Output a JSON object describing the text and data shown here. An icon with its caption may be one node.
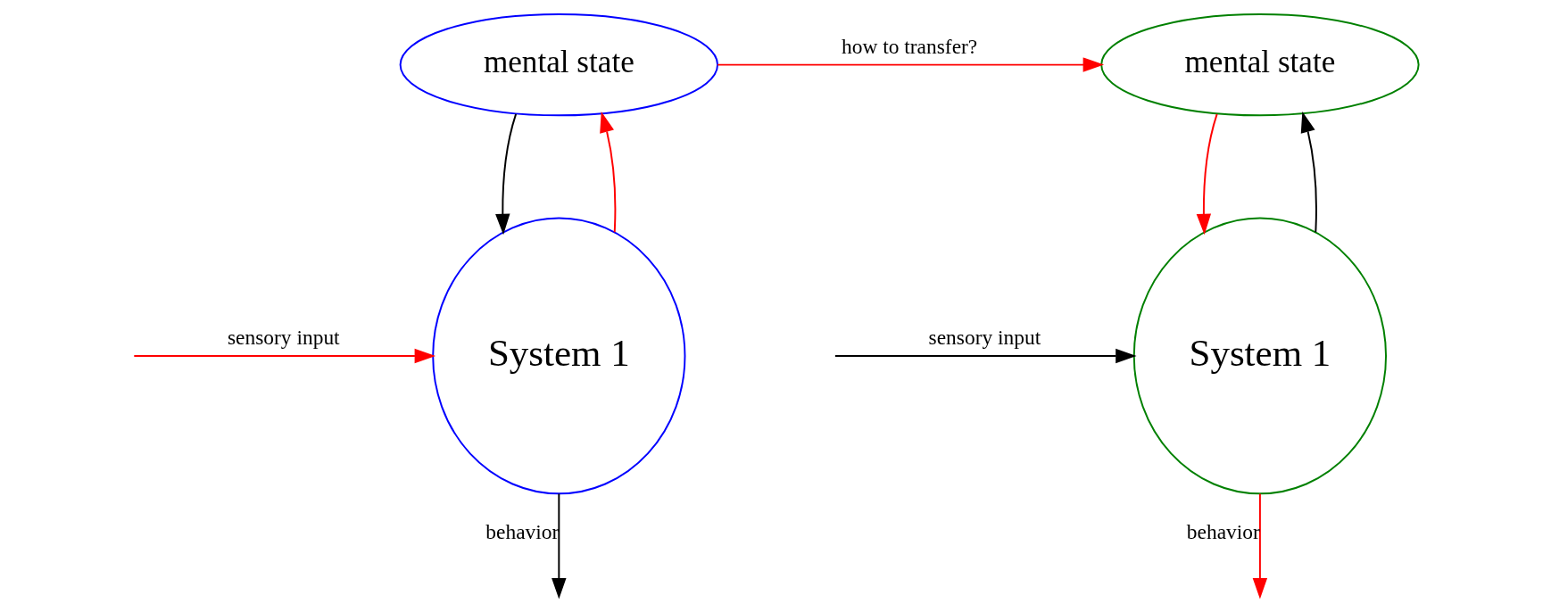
{
  "diagram": {
    "nodes": [
      {
        "text": [
          "mental state"
        ]
      },
      {
        "text": [
          "System 1"
        ]
      },
      {
        "text": [
          "mental state"
        ]
      },
      {
        "text": [
          "System 1"
        ]
      }
    ],
    "edges": [
      {
        "from": 0,
        "to": 2,
        "arrow": "to",
        "label": "how to transfer?",
        "color": "#ff0000"
      },
      {
        "from": null,
        "to": 1,
        "arrow": "to",
        "label": "sensory input",
        "color": "#ff0000"
      },
      {
        "from": 1,
        "to": 0,
        "arrow": "to",
        "color": "#ff0000"
      },
      {
        "from": 0,
        "to": 1,
        "arrow": "to",
        "color": "#000000"
      },
      {
        "from": 1,
        "to": null,
        "arrow": "to",
        "label": "behavior",
        "color": "#000000"
      },
      {
        "from": null,
        "to": 3,
        "arrow": "to",
        "label": "sensory input",
        "color": "#000000"
      },
      {
        "from": 3,
        "to": 2,
        "arrow": "to",
        "color": "#000000"
      },
      {
        "from": 2,
        "to": 3,
        "arrow": "to",
        "color": "#ff0000"
      },
      {
        "from": 3,
        "to": null,
        "arrow": "to",
        "label": "behavior",
        "color": "#ff0000"
      }
    ]
  }
}
